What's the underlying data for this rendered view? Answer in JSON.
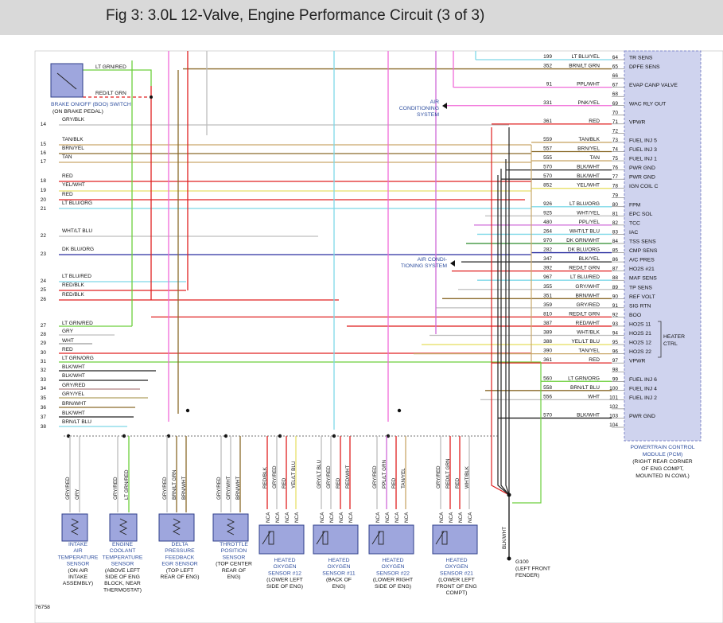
{
  "title": "Fig 3: 3.0L 12-Valve, Engine Performance Circuit (3 of 3)",
  "figure_number": "76758",
  "pcm": {
    "label": [
      "POWERTRAIN CONTROL",
      "MODULE (PCM)",
      "(RIGHT REAR CORNER",
      "OF ENG COMPT,",
      "MOUNTED IN COWL)"
    ],
    "heater_ctrl": [
      "HEATER",
      "CTRL"
    ]
  },
  "pins": [
    {
      "pin": "64",
      "circuit": "199",
      "color": "LT BLU/YEL",
      "func": "TR SENS"
    },
    {
      "pin": "65",
      "circuit": "352",
      "color": "BRN/LT GRN",
      "func": "DPFE SENS"
    },
    {
      "pin": "66",
      "circuit": "",
      "color": "",
      "func": ""
    },
    {
      "pin": "67",
      "circuit": "91",
      "color": "PPL/WHT",
      "func": "EVAP CANP VALVE"
    },
    {
      "pin": "68",
      "circuit": "",
      "color": "",
      "func": ""
    },
    {
      "pin": "69",
      "circuit": "331",
      "color": "PNK/YEL",
      "func": "WAC RLY OUT"
    },
    {
      "pin": "70",
      "circuit": "",
      "color": "",
      "func": ""
    },
    {
      "pin": "71",
      "circuit": "361",
      "color": "RED",
      "func": "VPWR"
    },
    {
      "pin": "72",
      "circuit": "",
      "color": "",
      "func": ""
    },
    {
      "pin": "73",
      "circuit": "559",
      "color": "TAN/BLK",
      "func": "FUEL INJ 5"
    },
    {
      "pin": "74",
      "circuit": "557",
      "color": "BRN/YEL",
      "func": "FUEL INJ 3"
    },
    {
      "pin": "75",
      "circuit": "555",
      "color": "TAN",
      "func": "FUEL INJ 1"
    },
    {
      "pin": "76",
      "circuit": "570",
      "color": "BLK/WHT",
      "func": "PWR GND"
    },
    {
      "pin": "77",
      "circuit": "570",
      "color": "BLK/WHT",
      "func": "PWR GND"
    },
    {
      "pin": "78",
      "circuit": "852",
      "color": "YEL/WHT",
      "func": "IGN COIL C"
    },
    {
      "pin": "79",
      "circuit": "",
      "color": "",
      "func": ""
    },
    {
      "pin": "80",
      "circuit": "926",
      "color": "LT BLU/ORG",
      "func": "FPM"
    },
    {
      "pin": "81",
      "circuit": "925",
      "color": "WHT/YEL",
      "func": "EPC SOL"
    },
    {
      "pin": "82",
      "circuit": "480",
      "color": "PPL/YEL",
      "func": "TCC"
    },
    {
      "pin": "83",
      "circuit": "264",
      "color": "WHT/LT BLU",
      "func": "IAC"
    },
    {
      "pin": "84",
      "circuit": "970",
      "color": "DK GRN/WHT",
      "func": "TSS SENS"
    },
    {
      "pin": "85",
      "circuit": "282",
      "color": "DK BLU/ORG",
      "func": "CMP SENS"
    },
    {
      "pin": "86",
      "circuit": "347",
      "color": "BLK/YEL",
      "func": "A/C PRES"
    },
    {
      "pin": "87",
      "circuit": "392",
      "color": "RED/LT GRN",
      "func": "HO2S #21"
    },
    {
      "pin": "88",
      "circuit": "967",
      "color": "LT BLU/RED",
      "func": "MAF SENS"
    },
    {
      "pin": "89",
      "circuit": "355",
      "color": "GRY/WHT",
      "func": "TP SENS"
    },
    {
      "pin": "90",
      "circuit": "351",
      "color": "BRN/WHT",
      "func": "REF VOLT"
    },
    {
      "pin": "91",
      "circuit": "359",
      "color": "GRY/RED",
      "func": "SIG RTN"
    },
    {
      "pin": "92",
      "circuit": "810",
      "color": "RED/LT GRN",
      "func": "BOO"
    },
    {
      "pin": "93",
      "circuit": "387",
      "color": "RED/WHT",
      "func": "HO2S 11"
    },
    {
      "pin": "94",
      "circuit": "389",
      "color": "WHT/BLK",
      "func": "HO2S 21"
    },
    {
      "pin": "95",
      "circuit": "388",
      "color": "YEL/LT BLU",
      "func": "HO2S 12"
    },
    {
      "pin": "96",
      "circuit": "390",
      "color": "TAN/YEL",
      "func": "HO2S 22"
    },
    {
      "pin": "97",
      "circuit": "361",
      "color": "RED",
      "func": "VPWR"
    },
    {
      "pin": "98",
      "circuit": "",
      "color": "",
      "func": ""
    },
    {
      "pin": "99",
      "circuit": "560",
      "color": "LT GRN/ORG",
      "func": "FUEL INJ 6"
    },
    {
      "pin": "100",
      "circuit": "558",
      "color": "BRN/LT BLU",
      "func": "FUEL INJ 4"
    },
    {
      "pin": "101",
      "circuit": "556",
      "color": "WHT",
      "func": "FUEL INJ 2"
    },
    {
      "pin": "102",
      "circuit": "",
      "color": "",
      "func": ""
    },
    {
      "pin": "103",
      "circuit": "570",
      "color": "BLK/WHT",
      "func": "PWR GND"
    },
    {
      "pin": "104",
      "circuit": "",
      "color": "",
      "func": ""
    }
  ],
  "left_wires": [
    {
      "row": "14",
      "color": "GRY/BLK"
    },
    {
      "row": "15",
      "color": "TAN/BLK"
    },
    {
      "row": "16",
      "color": "BRN/YEL"
    },
    {
      "row": "17",
      "color": "TAN"
    },
    {
      "row": "18",
      "color": "RED"
    },
    {
      "row": "18b",
      "color": "YEL/WHT"
    },
    {
      "row": "20",
      "color": "RED"
    },
    {
      "row": "21",
      "color": "LT BLU/ORG"
    },
    {
      "row": "22",
      "color": "WHT/LT BLU"
    },
    {
      "row": "23",
      "color": "DK BLU/ORG"
    },
    {
      "row": "24",
      "color": "LT BLU/RED"
    },
    {
      "row": "25",
      "color": "RED/BLK"
    },
    {
      "row": "26",
      "color": "RED/BLK"
    },
    {
      "row": "27",
      "color": "LT GRN/RED"
    },
    {
      "row": "28",
      "color": "GRY"
    },
    {
      "row": "29",
      "color": "WHT"
    },
    {
      "row": "30",
      "color": "RED"
    },
    {
      "row": "31",
      "color": "LT GRN/ORG"
    },
    {
      "row": "32",
      "color": "BLK/WHT"
    },
    {
      "row": "33",
      "color": "BLK/WHT"
    },
    {
      "row": "34",
      "color": "GRY/RED"
    },
    {
      "row": "35",
      "color": "GRY/YEL"
    },
    {
      "row": "36",
      "color": "BRN/WHT"
    },
    {
      "row": "37",
      "color": "BLK/WHT"
    },
    {
      "row": "38",
      "color": "BRN/LT BLU"
    }
  ],
  "row_numbers": [
    "14",
    "15",
    "16",
    "17",
    "18",
    "19",
    "20",
    "21",
    "22",
    "23",
    "24",
    "25",
    "26",
    "27",
    "28",
    "29",
    "30",
    "31",
    "32",
    "33",
    "34",
    "35",
    "36",
    "37",
    "38"
  ],
  "brake_switch": {
    "top_wire": "LT GRN/RED",
    "bottom_wire": "RED/LT GRN",
    "label": [
      "BRAKE ON/OFF (BOO) SWITCH",
      "(ON BRAKE PEDAL)"
    ]
  },
  "ac_system_1": [
    "AIR",
    "CONDITIONING",
    "SYSTEM"
  ],
  "ac_system_2": [
    "AIR CONDI-",
    "TIONING SYSTEM"
  ],
  "sensors": [
    {
      "id": "iat",
      "wires": [
        "GRY/RED",
        "GRY"
      ],
      "label": [
        "INTAKE",
        "AIR",
        "TEMPERATURE",
        "SENSOR"
      ],
      "location": [
        "(ON AIR",
        "INTAKE",
        "ASSEMBLY)"
      ]
    },
    {
      "id": "ect",
      "wires": [
        "GRY/RED",
        "LT GRN/RED"
      ],
      "label": [
        "ENGINE",
        "COOLANT",
        "TEMPERATURE",
        "SENSOR"
      ],
      "location": [
        "(ABOVE LEFT",
        "SIDE OF ENG",
        "BLOCK, NEAR",
        "THERMOSTAT)"
      ]
    },
    {
      "id": "dpfe",
      "wires": [
        "GRY/RED",
        "BRN/LT GRN",
        "BRN/WHT"
      ],
      "label": [
        "DELTA",
        "PRESSURE",
        "FEEDBACK",
        "EGR SENSOR"
      ],
      "location": [
        "(TOP LEFT",
        "REAR OF ENG)"
      ]
    },
    {
      "id": "tps",
      "wires": [
        "GRY/RED",
        "GRY/WHT",
        "BRN/WHT"
      ],
      "label": [
        "THROTTLE",
        "POSITION",
        "SENSOR"
      ],
      "location": [
        "(TOP CENTER",
        "REAR OF",
        "ENG)"
      ]
    },
    {
      "id": "ho2s12",
      "wires": [
        "RED/BLK",
        "GRY/RED",
        "RED",
        "YEL/LT BLU"
      ],
      "label": [
        "HEATED",
        "OXYGEN",
        "SENSOR #12"
      ],
      "location": [
        "(LOWER LEFT",
        "SIDE OF ENG)"
      ]
    },
    {
      "id": "ho2s11",
      "wires": [
        "GRY/LT BLU",
        "GRY/RED",
        "RED",
        "RED/WHT"
      ],
      "label": [
        "HEATED",
        "OXYGEN",
        "SENSOR #11"
      ],
      "location": [
        "(BACK OF",
        "ENG)"
      ]
    },
    {
      "id": "ho2s22",
      "wires": [
        "GRY/RED",
        "PPL/LT GRN",
        "RED",
        "TAN/YEL"
      ],
      "label": [
        "HEATED",
        "OXYGEN",
        "SENSOR #22"
      ],
      "location": [
        "(LOWER RIGHT",
        "SIDE OF ENG)"
      ]
    },
    {
      "id": "ho2s21",
      "wires": [
        "GRY/RED",
        "RED/LT GRN",
        "RED",
        "WHT/BLK"
      ],
      "label": [
        "HEATED",
        "OXYGEN",
        "SENSOR #21"
      ],
      "location": [
        "(LOWER LEFT",
        "FRONT OF ENG",
        "COMPT)"
      ]
    }
  ],
  "nca": "NCA",
  "ground": {
    "wire": "BLK/WHT",
    "label": [
      "G100",
      "(LEFT FRONT",
      "FENDER)"
    ]
  },
  "colors": {
    "red": "#e02020",
    "ltgrn": "#6ccf3c",
    "ltblu": "#7ed8e8",
    "dkblu": "#2b2fa0",
    "gry": "#bdbdbd",
    "brn": "#8a6a2a",
    "tan": "#c9a86a",
    "pnk": "#f06ad8",
    "ppl": "#cf6ad8",
    "blk": "#222222",
    "yel": "#e8e06a",
    "grn": "#2a8a2a",
    "pcm": "#cfd3ee",
    "sensor": "#9ea6dd"
  }
}
